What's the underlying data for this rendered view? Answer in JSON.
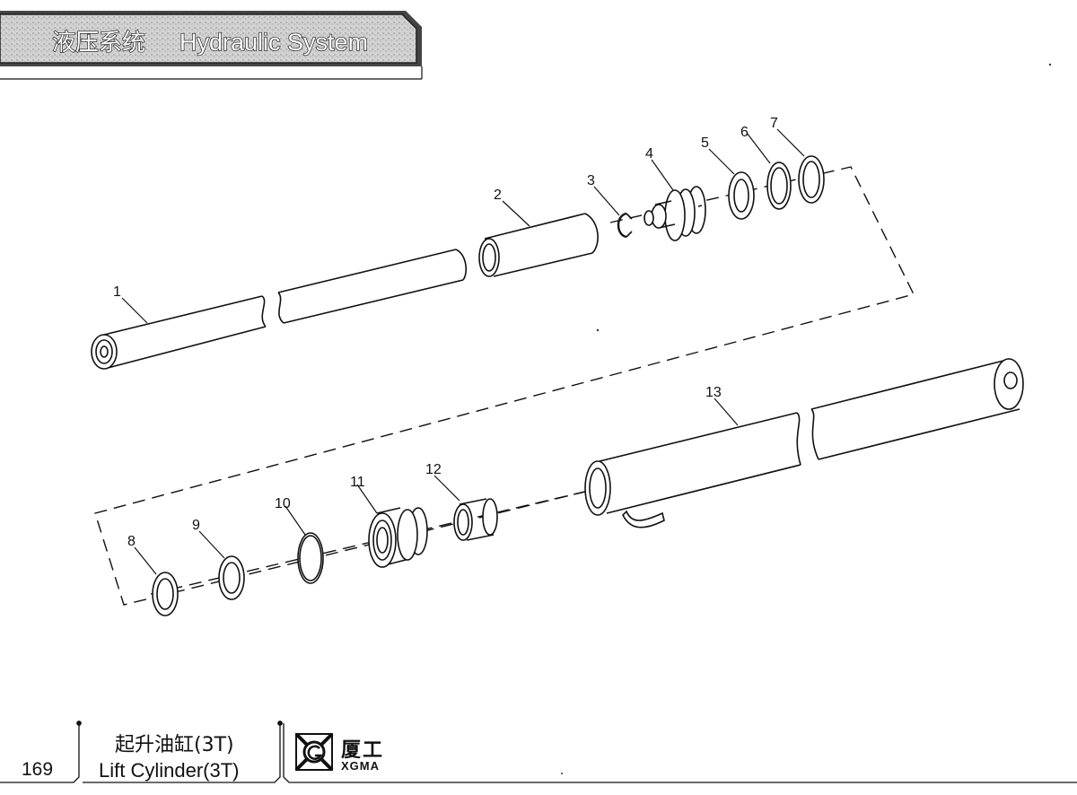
{
  "header": {
    "title_zh": "液压系统",
    "title_en": "Hydraulic System"
  },
  "footer": {
    "page_number": "169",
    "title_zh": "起升油缸(3T)",
    "title_en": "Lift Cylinder(3T)",
    "brand_zh": "厦工",
    "brand_en": "XGMA"
  },
  "parts": [
    {
      "number": "1"
    },
    {
      "number": "2"
    },
    {
      "number": "3"
    },
    {
      "number": "4"
    },
    {
      "number": "5"
    },
    {
      "number": "6"
    },
    {
      "number": "7"
    },
    {
      "number": "8"
    },
    {
      "number": "9"
    },
    {
      "number": "10"
    },
    {
      "number": "11"
    },
    {
      "number": "12"
    },
    {
      "number": "13"
    }
  ],
  "colors": {
    "line": "#111111",
    "header_fill": "#c9c9c9"
  }
}
